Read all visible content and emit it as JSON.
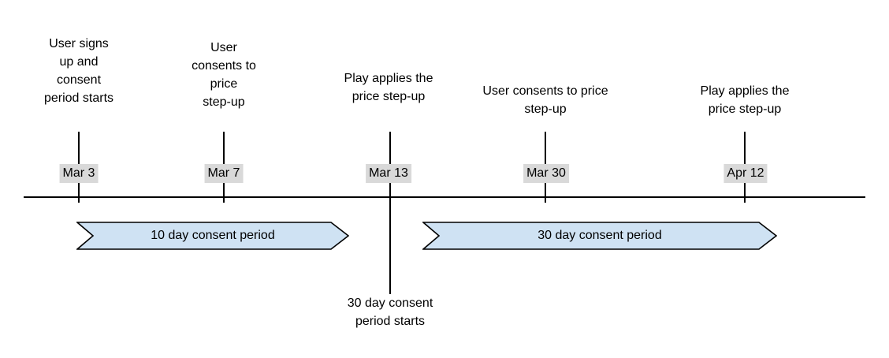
{
  "colors": {
    "period-fill": "#cfe2f3",
    "date-bg": "#d9d9d9",
    "line": "#000000"
  },
  "timeline": {
    "events": [
      {
        "label": "User signs\nup and\nconsent\nperiod starts",
        "date": "Mar 3"
      },
      {
        "label": "User\nconsents to\nprice\nstep-up",
        "date": "Mar 7"
      },
      {
        "label": "Play applies the\nprice step-up",
        "date": "Mar 13"
      },
      {
        "label": "User consents to price\nstep-up",
        "date": "Mar 30"
      },
      {
        "label": "Play applies the\nprice step-up",
        "date": "Apr 12"
      }
    ],
    "periods": [
      {
        "label": "10 day consent period"
      },
      {
        "label": "30 day consent period"
      }
    ],
    "annotation": "30 day consent\nperiod starts"
  }
}
